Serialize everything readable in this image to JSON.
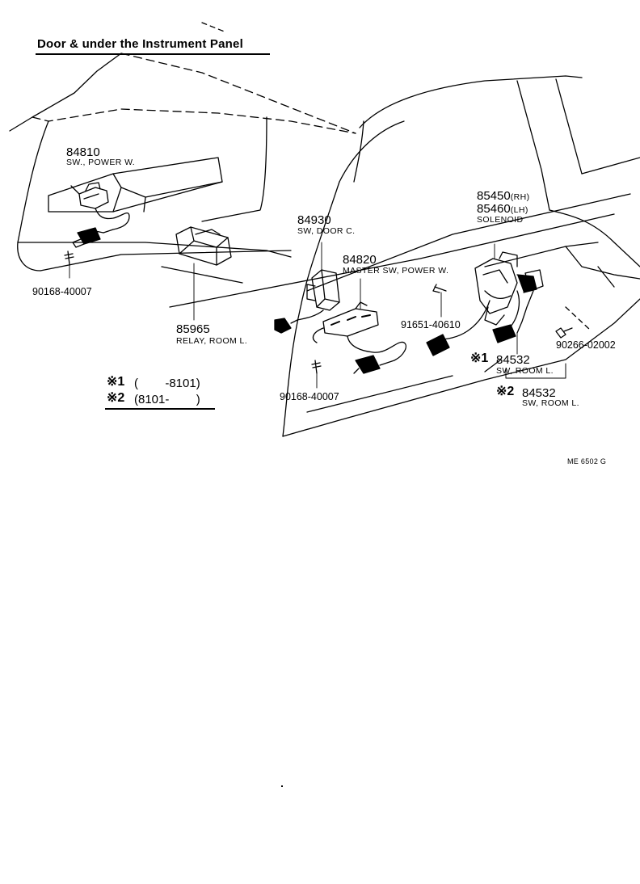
{
  "title": "Door & under the Instrument Panel",
  "parts": [
    {
      "id": "p84810",
      "number": "84810",
      "description": "SW., POWER W."
    },
    {
      "id": "p90168a",
      "number": "90168-40007",
      "description": ""
    },
    {
      "id": "p85965",
      "number": "85965",
      "description": "RELAY, ROOM L."
    },
    {
      "id": "p84930",
      "number": "84930",
      "description": "SW, DOOR C."
    },
    {
      "id": "p84820",
      "number": "84820",
      "description": "MASTER SW, POWER W."
    },
    {
      "id": "p91651",
      "number": "91651-40610",
      "description": ""
    },
    {
      "id": "p85450",
      "number": "85450",
      "qualifier": "(RH)",
      "description": ""
    },
    {
      "id": "p85460",
      "number": "85460",
      "qualifier": "(LH)",
      "description": "SOLENOID"
    },
    {
      "id": "p90266",
      "number": "90266-02002",
      "description": ""
    },
    {
      "id": "p84532a",
      "marker": "※1",
      "number": "84532",
      "description": "SW, ROOM L."
    },
    {
      "id": "p84532b",
      "marker": "※2",
      "number": "84532",
      "description": "SW, ROOM L."
    },
    {
      "id": "p90168b",
      "number": "90168-40007",
      "description": ""
    }
  ],
  "legend": [
    {
      "marker": "※1",
      "range": "(        -8101)"
    },
    {
      "marker": "※2",
      "range": "(8101-        )"
    }
  ],
  "footer_code": "ME 6502 G"
}
